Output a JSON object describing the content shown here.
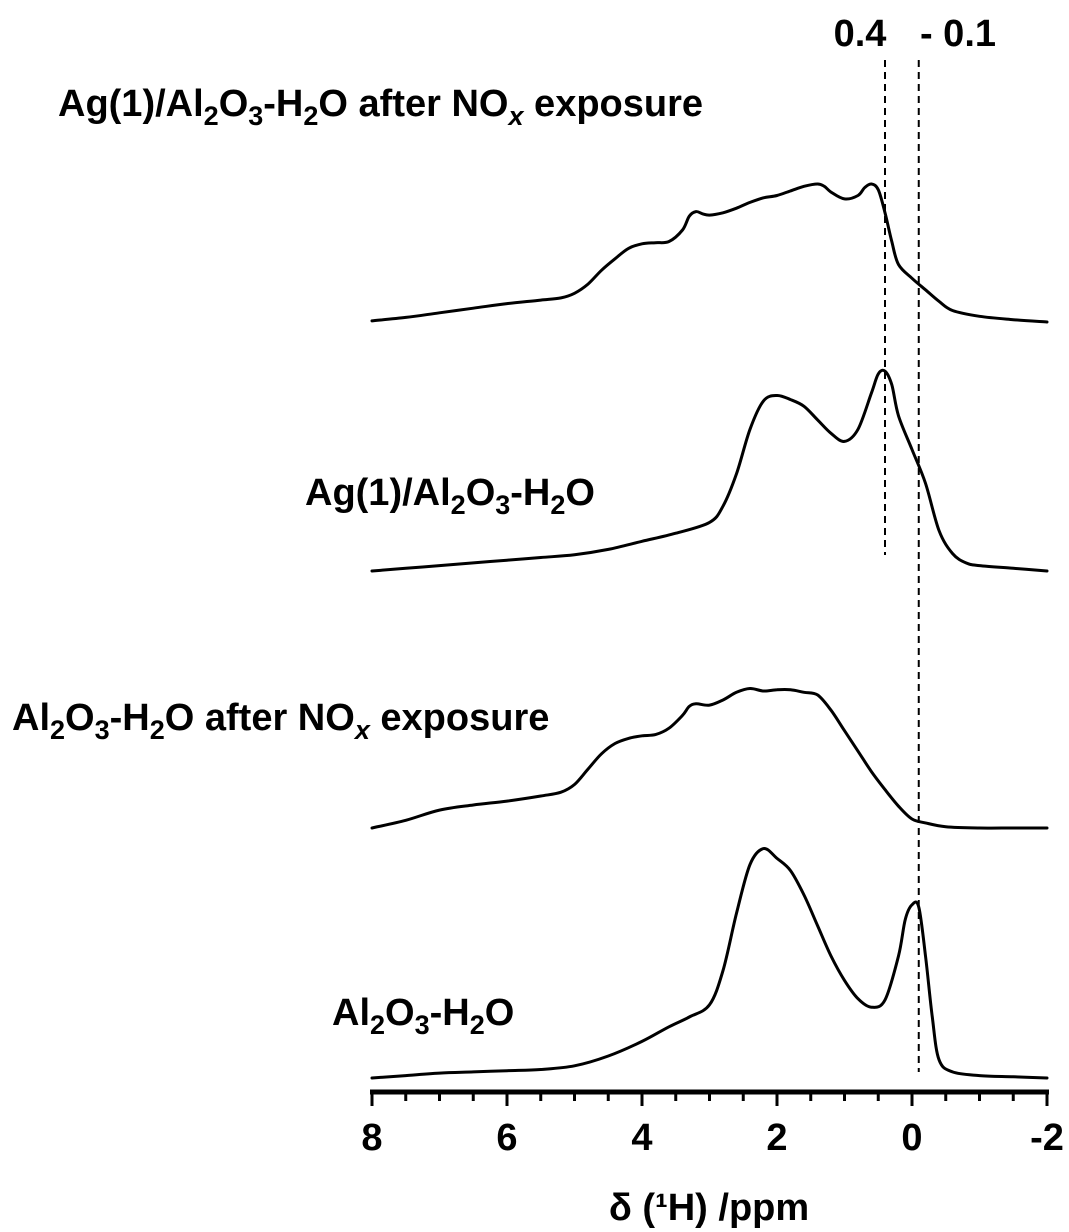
{
  "chart_data": {
    "type": "line",
    "title": "",
    "xlabel": "δ (¹H) /ppm",
    "ylabel": "",
    "xlim": [
      8,
      -2
    ],
    "x_reversed": true,
    "grid": false,
    "x_ticks": [
      "8",
      "6",
      "4",
      "2",
      "0",
      "-2"
    ],
    "reference_lines": [
      {
        "label": "0.4",
        "x": 0.4
      },
      {
        "label": "- 0.1",
        "x": -0.1
      }
    ],
    "series": [
      {
        "name": "Ag(1)/Al2O3-H2O after NOx exposure",
        "label_parts": [
          {
            "t": "Ag(1)/Al"
          },
          {
            "t": "2",
            "sub": true
          },
          {
            "t": "O"
          },
          {
            "t": "3",
            "sub": true
          },
          {
            "t": "-H"
          },
          {
            "t": "2",
            "sub": true
          },
          {
            "t": "O after NO"
          },
          {
            "t": "x",
            "sub": true,
            "italic": true
          },
          {
            "t": " exposure"
          }
        ],
        "x": [
          8.0,
          7.5,
          7.0,
          6.5,
          6.0,
          5.5,
          5.2,
          5.0,
          4.8,
          4.6,
          4.4,
          4.2,
          4.0,
          3.8,
          3.6,
          3.4,
          3.3,
          3.2,
          3.1,
          3.0,
          2.8,
          2.6,
          2.4,
          2.2,
          2.0,
          1.8,
          1.6,
          1.4,
          1.3,
          1.2,
          1.0,
          0.8,
          0.7,
          0.6,
          0.5,
          0.4,
          0.3,
          0.2,
          0.0,
          -0.2,
          -0.4,
          -0.6,
          -1.0,
          -1.5,
          -2.0
        ],
        "y": [
          0.01,
          0.04,
          0.08,
          0.12,
          0.16,
          0.19,
          0.21,
          0.25,
          0.33,
          0.45,
          0.55,
          0.64,
          0.68,
          0.69,
          0.7,
          0.8,
          0.92,
          0.96,
          0.94,
          0.93,
          0.95,
          0.99,
          1.04,
          1.08,
          1.1,
          1.14,
          1.18,
          1.2,
          1.18,
          1.13,
          1.07,
          1.1,
          1.17,
          1.2,
          1.15,
          0.95,
          0.7,
          0.5,
          0.38,
          0.28,
          0.18,
          0.1,
          0.05,
          0.02,
          0.0
        ]
      },
      {
        "name": "Ag(1)/Al2O3-H2O",
        "label_parts": [
          {
            "t": "Ag(1)/Al"
          },
          {
            "t": "2",
            "sub": true
          },
          {
            "t": "O"
          },
          {
            "t": "3",
            "sub": true
          },
          {
            "t": "-H"
          },
          {
            "t": "2",
            "sub": true
          },
          {
            "t": "O"
          }
        ],
        "x": [
          8.0,
          7.5,
          7.0,
          6.5,
          6.0,
          5.5,
          5.0,
          4.5,
          4.0,
          3.5,
          3.0,
          2.8,
          2.6,
          2.4,
          2.2,
          2.0,
          1.8,
          1.6,
          1.4,
          1.2,
          1.0,
          0.8,
          0.6,
          0.5,
          0.4,
          0.3,
          0.2,
          0.0,
          -0.2,
          -0.4,
          -0.6,
          -0.8,
          -1.0,
          -1.5,
          -2.0
        ],
        "y": [
          0.0,
          0.02,
          0.04,
          0.06,
          0.08,
          0.1,
          0.12,
          0.16,
          0.22,
          0.28,
          0.36,
          0.48,
          0.72,
          1.05,
          1.26,
          1.3,
          1.27,
          1.22,
          1.12,
          1.02,
          0.96,
          1.05,
          1.32,
          1.46,
          1.48,
          1.38,
          1.15,
          0.9,
          0.65,
          0.3,
          0.13,
          0.06,
          0.04,
          0.02,
          0.0
        ]
      },
      {
        "name": "Al2O3-H2O after NOx exposure",
        "label_parts": [
          {
            "t": "Al"
          },
          {
            "t": "2",
            "sub": true
          },
          {
            "t": "O"
          },
          {
            "t": "3",
            "sub": true
          },
          {
            "t": "-H"
          },
          {
            "t": "2",
            "sub": true
          },
          {
            "t": "O after NO"
          },
          {
            "t": "x",
            "sub": true,
            "italic": true
          },
          {
            "t": " exposure"
          }
        ],
        "x": [
          8.0,
          7.5,
          7.0,
          6.5,
          6.0,
          5.5,
          5.2,
          5.0,
          4.8,
          4.6,
          4.4,
          4.2,
          4.0,
          3.8,
          3.6,
          3.4,
          3.3,
          3.2,
          3.0,
          2.8,
          2.6,
          2.4,
          2.2,
          2.0,
          1.8,
          1.6,
          1.4,
          1.2,
          1.0,
          0.8,
          0.6,
          0.4,
          0.2,
          0.0,
          -0.2,
          -0.5,
          -1.0,
          -1.5,
          -2.0
        ],
        "y": [
          0.0,
          0.06,
          0.14,
          0.18,
          0.21,
          0.25,
          0.28,
          0.34,
          0.46,
          0.58,
          0.66,
          0.7,
          0.72,
          0.73,
          0.78,
          0.88,
          0.95,
          0.97,
          0.96,
          1.0,
          1.06,
          1.09,
          1.07,
          1.08,
          1.08,
          1.06,
          1.04,
          0.92,
          0.76,
          0.6,
          0.44,
          0.3,
          0.17,
          0.07,
          0.04,
          0.01,
          0.0,
          0.0,
          0.0
        ]
      },
      {
        "name": "Al2O3-H2O",
        "label_parts": [
          {
            "t": "Al"
          },
          {
            "t": "2",
            "sub": true
          },
          {
            "t": "O"
          },
          {
            "t": "3",
            "sub": true
          },
          {
            "t": "-H"
          },
          {
            "t": "2",
            "sub": true
          },
          {
            "t": "O"
          }
        ],
        "x": [
          8.0,
          7.5,
          7.0,
          6.5,
          6.0,
          5.5,
          5.0,
          4.5,
          4.0,
          3.6,
          3.3,
          3.0,
          2.8,
          2.6,
          2.4,
          2.2,
          2.0,
          1.8,
          1.6,
          1.4,
          1.2,
          1.0,
          0.8,
          0.6,
          0.4,
          0.2,
          0.1,
          0.0,
          -0.1,
          -0.2,
          -0.3,
          -0.4,
          -0.6,
          -1.0,
          -1.5,
          -2.0
        ],
        "y": [
          0.0,
          0.02,
          0.04,
          0.05,
          0.06,
          0.07,
          0.1,
          0.18,
          0.3,
          0.42,
          0.5,
          0.6,
          0.88,
          1.35,
          1.75,
          1.88,
          1.8,
          1.7,
          1.5,
          1.25,
          1.0,
          0.8,
          0.65,
          0.58,
          0.64,
          1.0,
          1.3,
          1.42,
          1.4,
          1.0,
          0.5,
          0.15,
          0.05,
          0.02,
          0.01,
          0.0
        ]
      }
    ]
  }
}
